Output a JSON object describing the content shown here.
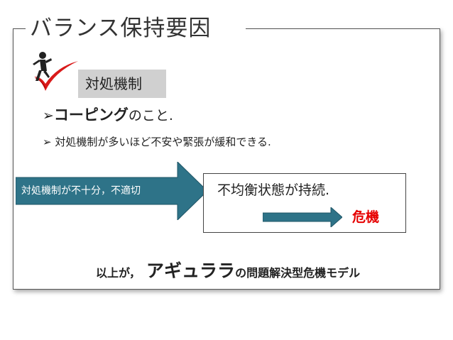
{
  "slide": {
    "title": "バランス保持要因",
    "subheading": "対処機制",
    "bullet1": {
      "marker": "➢",
      "bold": "コーピング",
      "rest": "のこと."
    },
    "bullet2": {
      "marker": "➢",
      "text": "対処機制が多いほど不安や緊張が緩和できる."
    },
    "arrow_label": "対処機制が不十分，不適切",
    "box_text": "不均衡状態が持続.",
    "crisis": "危機",
    "footer": {
      "part1": "以上が，",
      "part2": "アギュララ",
      "part3": "の問題解決型危機モデル"
    }
  },
  "colors": {
    "arrow_teal": "#2e7388",
    "crisis_red": "#e60000",
    "check_red": "#d91a1a"
  },
  "icons": [
    "person-climbing-checkmark-icon"
  ]
}
